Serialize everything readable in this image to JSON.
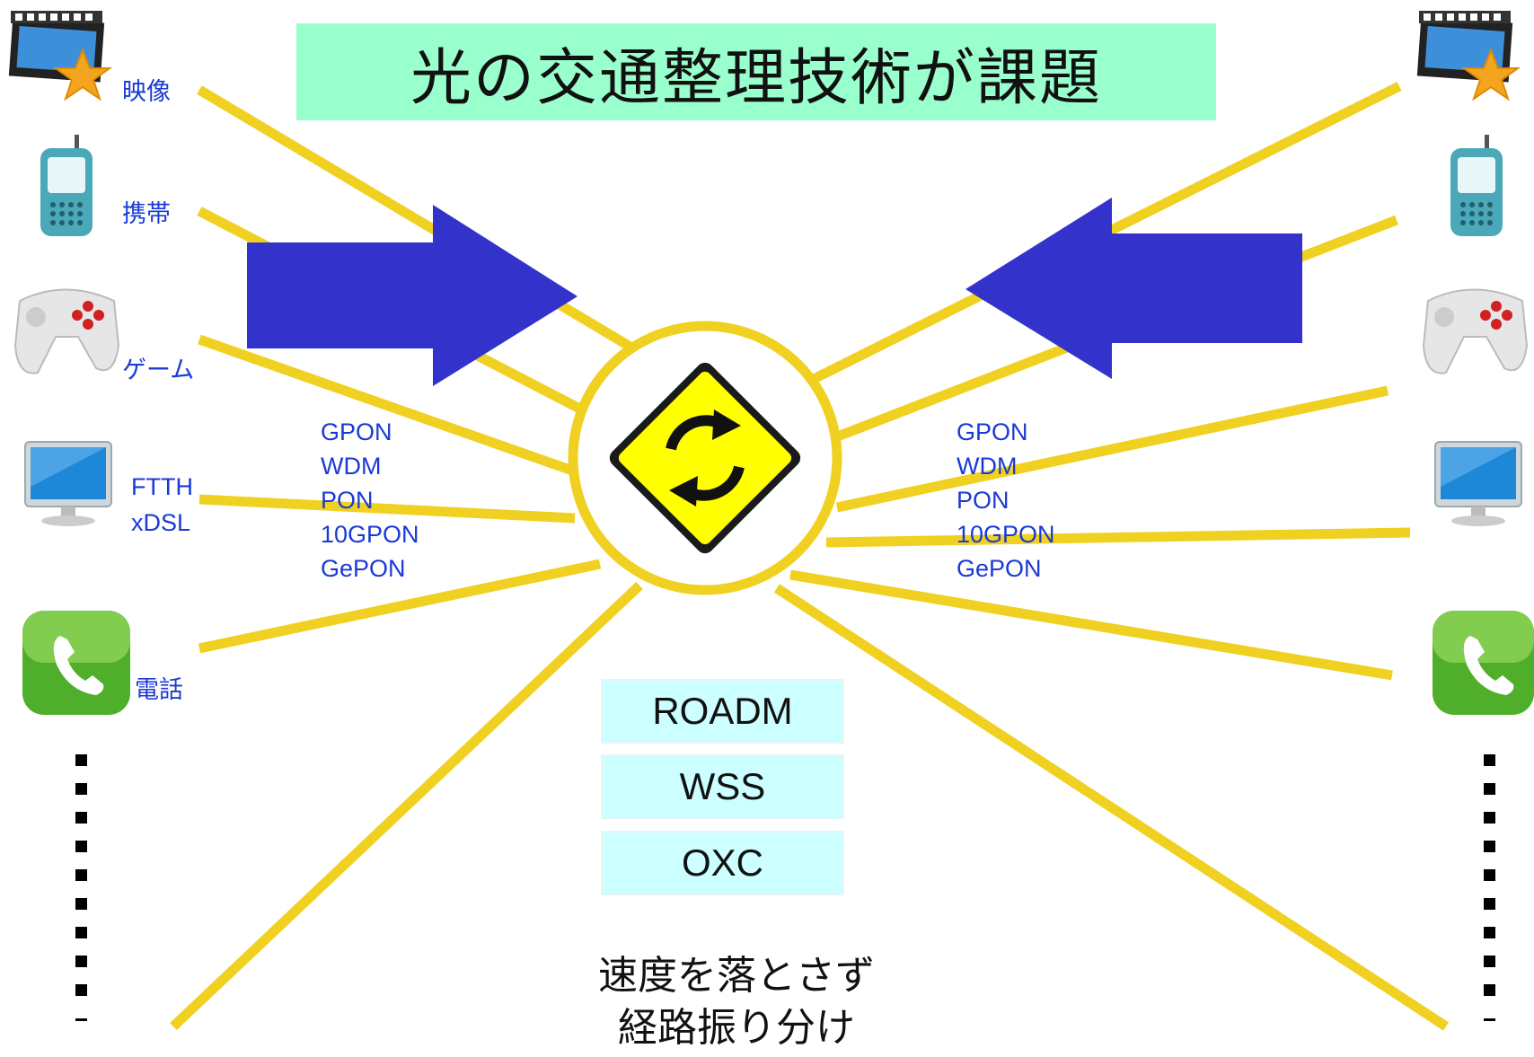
{
  "title": "光の交通整理技術が課題",
  "left_labels": {
    "video": "映像",
    "mobile": "携帯",
    "game": "ゲーム",
    "fixed_line_1": "FTTH",
    "fixed_line_2": "xDSL",
    "phone": "電話"
  },
  "access_protocols": [
    "GPON",
    "WDM",
    "PON",
    "10GPON",
    "GePON"
  ],
  "core_technologies": [
    "ROADM",
    "WSS",
    "OXC"
  ],
  "caption": {
    "line1": "速度を落とさず",
    "line2": "経路振り分け"
  },
  "colors": {
    "title_bg": "#99ffcc",
    "fiber_line": "#f0d020",
    "arrow": "#3333cc",
    "label_text": "#1a3ad6",
    "tech_box_bg": "#ccffff",
    "sign_yellow": "#ffff00"
  },
  "icons": [
    "film-icon",
    "star-icon",
    "mobile-phone-icon",
    "game-controller-icon",
    "monitor-icon",
    "phone-app-icon",
    "roundabout-sign-icon",
    "arrow-right-icon",
    "arrow-left-icon",
    "ellipsis-dots-icon"
  ]
}
